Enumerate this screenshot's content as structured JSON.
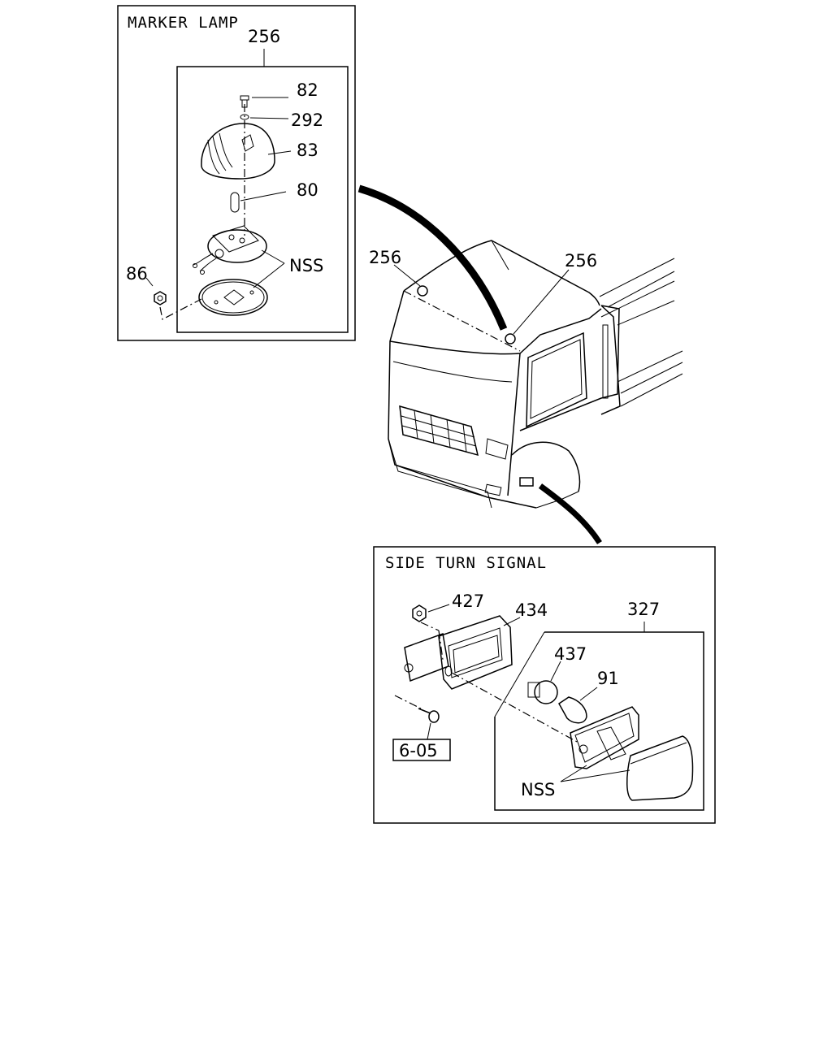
{
  "marker_lamp": {
    "title": "MARKER LAMP",
    "assembly_ref": "256",
    "parts": {
      "screw": "82",
      "washer": "292",
      "lens": "83",
      "bulb": "80",
      "nut": "86",
      "nss": "NSS"
    }
  },
  "truck": {
    "marker_left": "256",
    "marker_right": "256"
  },
  "side_turn_signal": {
    "title": "SIDE TURN SIGNAL",
    "parts": {
      "nut": "427",
      "bracket": "434",
      "assembly": "327",
      "socket": "437",
      "bulb": "91",
      "screw_ref": "6-05",
      "nss": "NSS"
    }
  }
}
